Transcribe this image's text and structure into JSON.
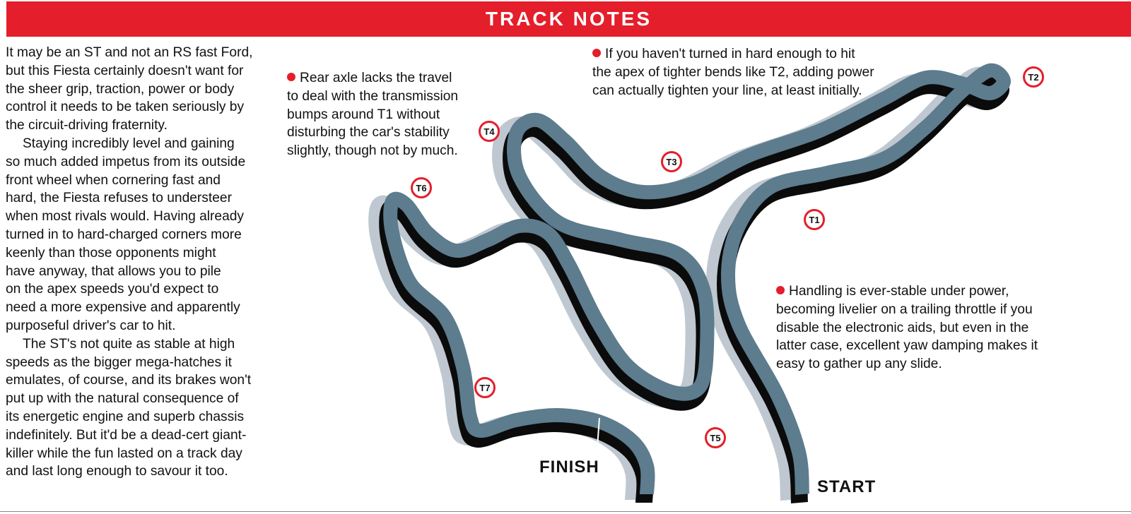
{
  "header": {
    "title": "TRACK NOTES"
  },
  "article": {
    "paragraphs": [
      [
        "It may be an ST and not an RS fast Ford,",
        "but this Fiesta certainly doesn't want for",
        "the sheer grip, traction, power or body",
        "control it needs to be taken seriously by",
        "the circuit-driving fraternity."
      ],
      [
        "Staying incredibly level and gaining",
        "so much added impetus from its outside",
        "front wheel when cornering fast and",
        "hard, the Fiesta refuses to understeer",
        "when most rivals would. Having already",
        "turned in to hard-charged corners more",
        "keenly than those opponents might",
        "have anyway, that allows you to pile",
        "on the apex speeds you'd expect to",
        "need a more expensive and apparently",
        "purposeful driver's car to hit."
      ],
      [
        "The ST's not quite as stable at high",
        "speeds as the bigger mega-hatches it",
        "emulates, of course, and its brakes won't",
        "put up with the natural consequence of",
        "its energetic engine and superb chassis",
        "indefinitely. But it'd be a dead-cert giant-",
        "killer while the fun lasted on a track day",
        "and last long enough to savour it too."
      ]
    ]
  },
  "notes": [
    [
      "Rear axle lacks the travel",
      "to deal with the transmission",
      "bumps around T1 without",
      "disturbing the car's stability",
      "slightly, though not by much."
    ],
    [
      "If you haven't turned in hard enough to hit",
      "the apex of tighter bends like T2, adding power",
      "can actually tighten your line, at least initially."
    ],
    [
      "Handling is ever-stable under power,",
      "becoming livelier on a trailing throttle if you",
      "disable the electronic aids, but even in the",
      "latter case, excellent yaw damping makes it",
      "easy to gather up any slide."
    ]
  ],
  "map": {
    "corners": [
      "T1",
      "T2",
      "T3",
      "T4",
      "T5",
      "T6",
      "T7"
    ],
    "start_label": "START",
    "finish_label": "FINISH",
    "colors": {
      "track": "#5d7c8e",
      "shadow": "#0b0b0b",
      "ground_shadow": "#bfc8d0",
      "accent": "#e41e2b"
    }
  }
}
